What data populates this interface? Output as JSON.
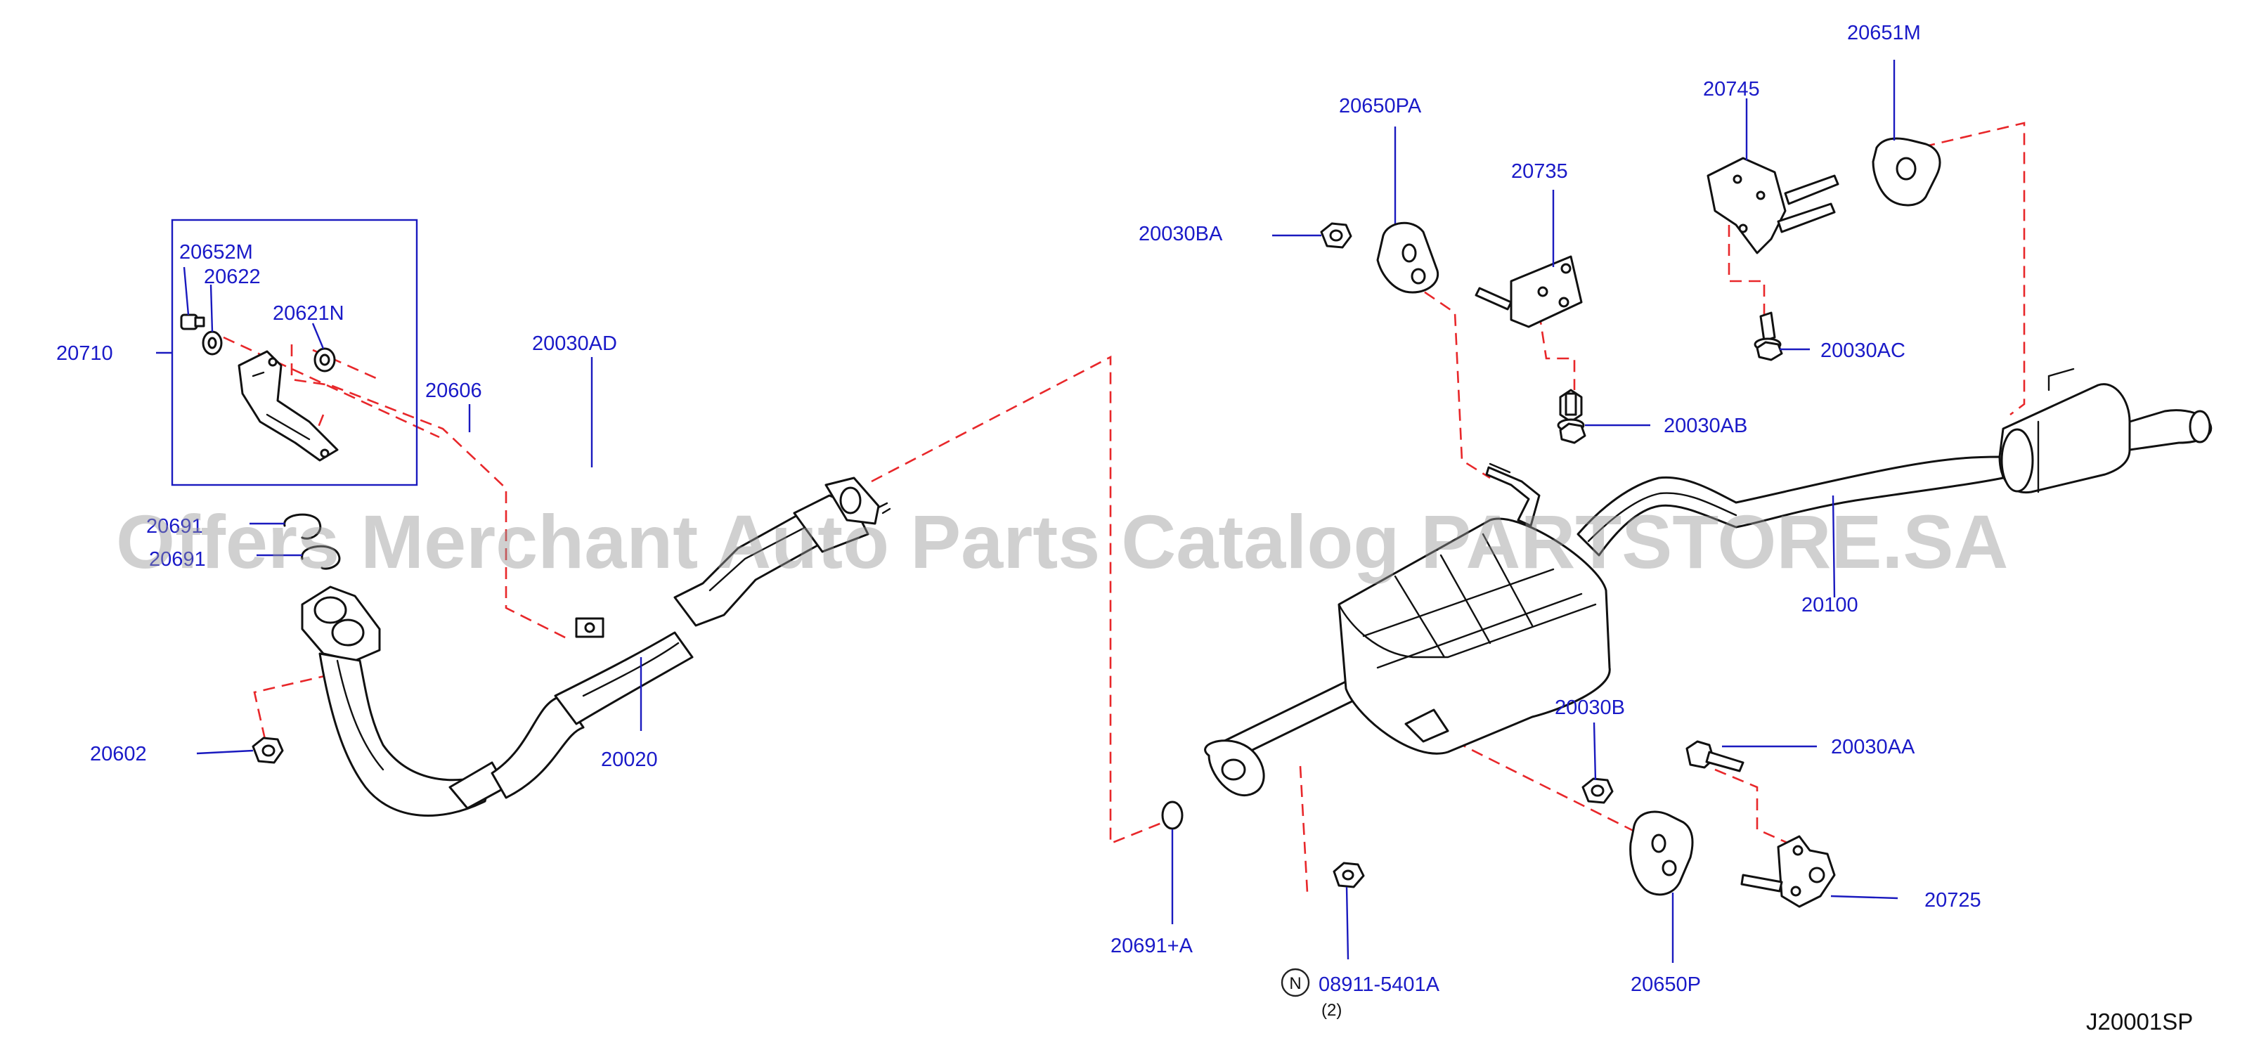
{
  "watermark": "Offers Merchant Auto Parts Catalog PARTSTORE.SA",
  "diagram_code": "J20001SP",
  "colors": {
    "label": "#1a1ac8",
    "dashed_line": "#e8272a",
    "part_outline": "#111111",
    "watermark": "rgba(150,150,150,0.45)"
  },
  "labels": {
    "p20710": "20710",
    "p20652M": "20652M",
    "p20622": "20622",
    "p20621N": "20621N",
    "p20606": "20606",
    "p20030AD": "20030AD",
    "p20691a": "20691",
    "p20691b": "20691",
    "p20602": "20602",
    "p20020": "20020",
    "p20691A": "20691+A",
    "p08911": "08911-5401A",
    "p08911_qty": "(2)",
    "p08911_prefix": "N",
    "p20650P": "20650P",
    "p20030BA": "20030BA",
    "p20650PA": "20650PA",
    "p20735": "20735",
    "p20030AB": "20030AB",
    "p20745": "20745",
    "p20651M": "20651M",
    "p20030AC": "20030AC",
    "p20100": "20100",
    "p20030B": "20030B",
    "p20030AA": "20030AA",
    "p20725": "20725"
  }
}
